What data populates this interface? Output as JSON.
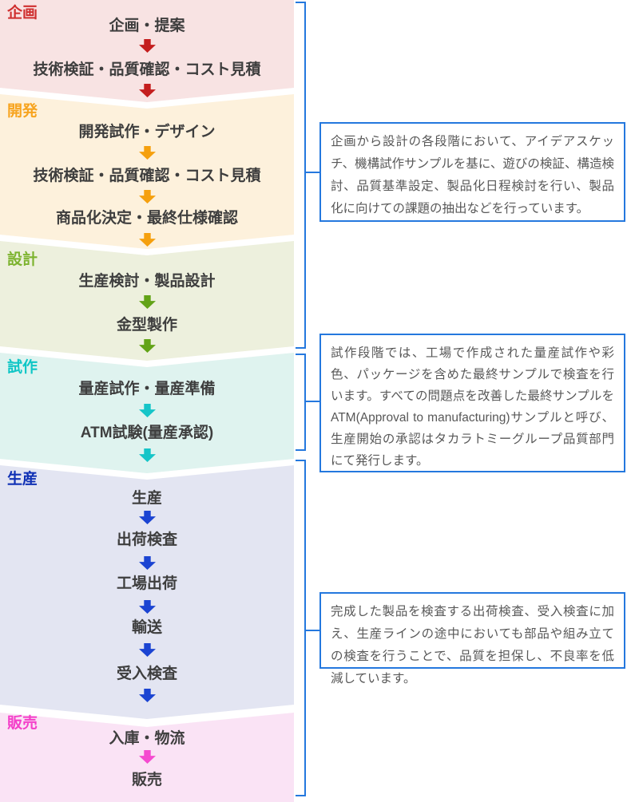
{
  "flow": {
    "stages": [
      {
        "label": "企画",
        "label_color": "#cf2f2f",
        "arrow_color": "#c41e1e",
        "bg_color": "#f8e3e3",
        "steps": [
          "企画・提案",
          "技術検証・品質確認・コスト見積"
        ]
      },
      {
        "label": "開発",
        "label_color": "#f7a41f",
        "arrow_color": "#f5a00e",
        "bg_color": "#fdf1dc",
        "steps": [
          "開発試作・デザイン",
          "技術検証・品質確認・コスト見積",
          "商品化決定・最終仕様確認"
        ]
      },
      {
        "label": "設計",
        "label_color": "#7db32f",
        "arrow_color": "#62a317",
        "bg_color": "#edf0dd",
        "steps": [
          "生産検討・製品設計",
          "金型製作"
        ]
      },
      {
        "label": "試作",
        "label_color": "#0fc6c6",
        "arrow_color": "#16c5c8",
        "bg_color": "#dff3ef",
        "steps": [
          "量産試作・量産準備",
          "ATM試験(量産承認)"
        ]
      },
      {
        "label": "生産",
        "label_color": "#1031b5",
        "arrow_color": "#1b44d2",
        "bg_color": "#e3e5f2",
        "steps": [
          "生産",
          "出荷検査",
          "工場出荷",
          "輸送",
          "受入検査"
        ]
      },
      {
        "label": "販売",
        "label_color": "#f43ec9",
        "arrow_color": "#f54bd0",
        "bg_color": "#fae3f5",
        "steps": [
          "入庫・物流",
          "販売"
        ]
      }
    ]
  },
  "notes": [
    {
      "text": "企画から設計の各段階において、アイデアスケッチ、機構試作サンプルを基に、遊びの検証、構造検討、品質基準設定、製品化日程検討を行い、製品化に向けての課題の抽出などを行っています。"
    },
    {
      "text": "試作段階では、工場で作成された量産試作や彩色、パッケージを含めた最終サンプルで検査を行います。すべての問題点を改善した最終サンプルをATM(Approval to manufacturing)サンプルと呼び、生産開始の承認はタカラトミーグループ品質部門にて発行します。"
    },
    {
      "text": "完成した製品を検査する出荷検査、受入検査に加え、生産ラインの途中においても部品や組み立ての検査を行うことで、品質を担保し、不良率を低減しています。"
    }
  ],
  "colors": {
    "bracket_and_box_border": "#2478de",
    "step_text": "#3e3e3e",
    "note_text": "#585858"
  }
}
